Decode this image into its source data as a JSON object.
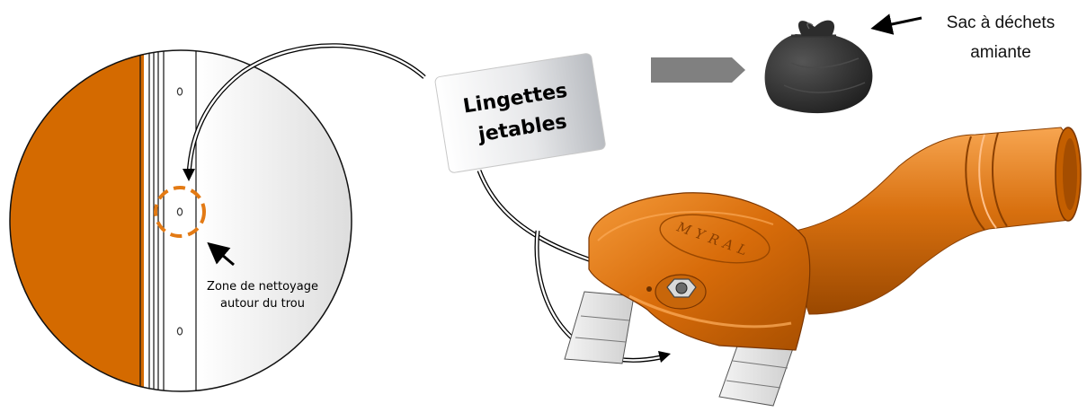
{
  "labels": {
    "wipes_line1": "Lingettes",
    "wipes_line2": "jetables",
    "bag_line1": "Sac à déchets",
    "bag_line2": "amiante",
    "zone_line1": "Zone de nettoyage",
    "zone_line2": "autour du trou",
    "brand": "MYRAL"
  },
  "colors": {
    "orange": "#d46a00",
    "bag": "#2a2a2a",
    "dash_circle": "#e37a14",
    "arrow_gray": "#808080"
  },
  "icons": {
    "bag": "trash-bag-icon",
    "flow_arrow": "right-arrow-icon"
  }
}
